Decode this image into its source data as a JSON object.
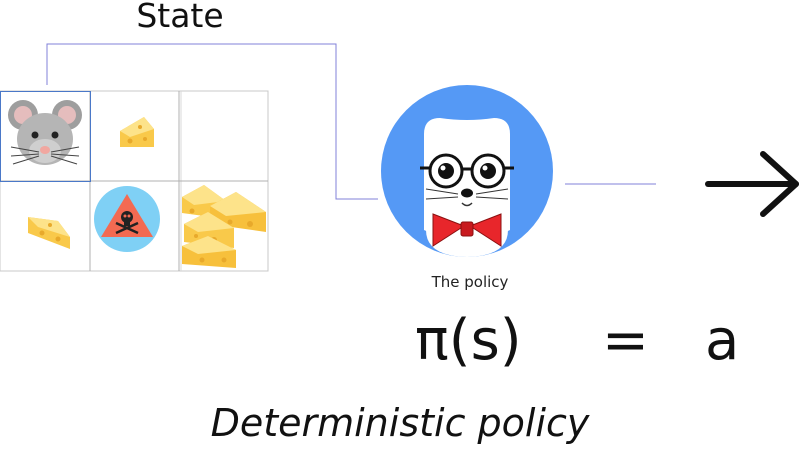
{
  "state_label": "State",
  "policy_label": "The policy",
  "formula": {
    "pi": "π(s)",
    "equals": "=",
    "action": "a"
  },
  "caption": "Deterministic policy",
  "grid": {
    "rows": [
      [
        "mouse-icon",
        "cheese-icon",
        "empty-cell"
      ],
      [
        "cheese-icon",
        "danger-icon",
        "big-cheese-icon"
      ]
    ]
  },
  "colors": {
    "policy_circle": "#5599f5",
    "bowtie": "#e8262b",
    "cheese": "#f9c94a",
    "danger_circle": "#7fd0f5",
    "danger_triangle": "#f36a52",
    "connector": "#8080d8"
  }
}
